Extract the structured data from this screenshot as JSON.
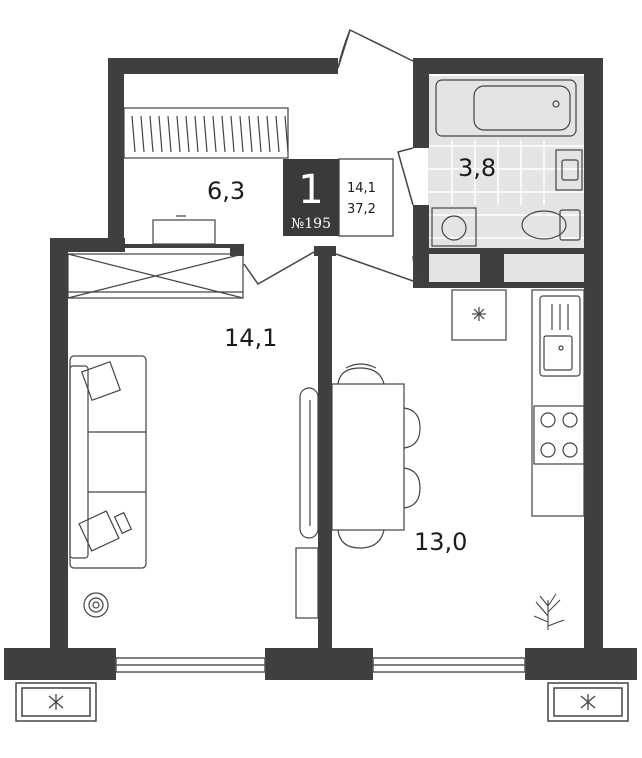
{
  "badge": {
    "rooms": "1",
    "apartment_number": "№195",
    "living_area": "14,1",
    "total_area": "37,2"
  },
  "rooms": [
    {
      "id": "balcony",
      "area": "6,3"
    },
    {
      "id": "bathroom",
      "area": "3,8"
    },
    {
      "id": "bedroom",
      "area": "14,1"
    },
    {
      "id": "kitchen-living",
      "area": "13,0"
    }
  ],
  "colors": {
    "wall": "#3f3f3f",
    "badge": "#3a3a3a",
    "bathroom_floor": "#e4e4e4",
    "line": "#555555"
  },
  "icons": [
    "snowflake-icon",
    "plant-icon"
  ]
}
